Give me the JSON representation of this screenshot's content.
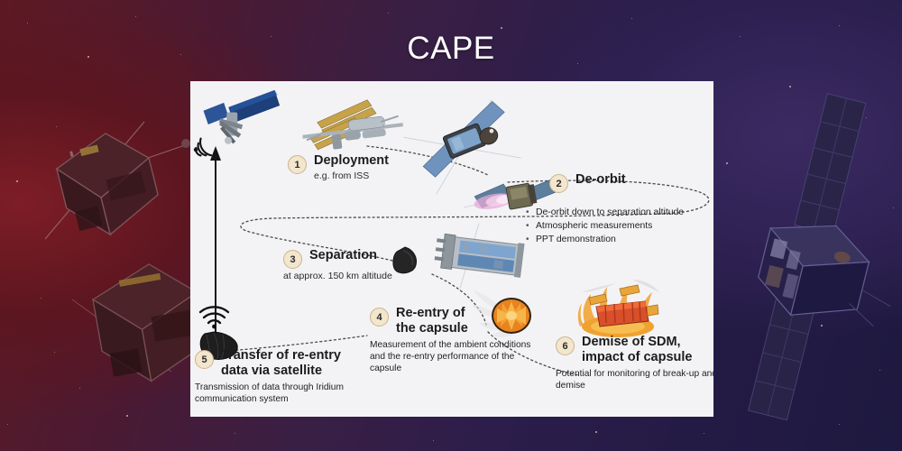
{
  "title": "CAPE",
  "colors": {
    "panel_background": "#f3f3f6",
    "badge_fill": "#f3e6cd",
    "badge_border": "#c9b48c",
    "title_text": "#ffffff",
    "body_text": "#1f1f1f",
    "thruster_plume": "#e8a9d8",
    "heatshield_flame": "#e8831f",
    "iss_solar_array": "#c6a24a",
    "satellite_solar_panel": "#6f93bd"
  },
  "steps": [
    {
      "number": "1",
      "title": "Deployment",
      "subtitle": "e.g. from ISS",
      "bullets": [],
      "description": ""
    },
    {
      "number": "2",
      "title": "De-orbit",
      "subtitle": "",
      "bullets": [
        "De-orbit down to separation altitude",
        "Atmospheric measurements",
        "PPT demonstration"
      ],
      "description": ""
    },
    {
      "number": "3",
      "title": "Separation",
      "subtitle": "at approx. 150 km altitude",
      "bullets": [],
      "description": ""
    },
    {
      "number": "4",
      "title": "Re-entry of\nthe capsule",
      "subtitle": "",
      "bullets": [],
      "description": "Measurement of the ambient conditions and the re-entry performance of the capsule"
    },
    {
      "number": "5",
      "title": "Transfer of re-entry\ndata via satellite",
      "subtitle": "",
      "bullets": [],
      "description": "Transmission of data through Iridium communication system"
    },
    {
      "number": "6",
      "title": "Demise of SDM,\nimpact of capsule",
      "subtitle": "",
      "bullets": [],
      "description": "Potential for monitoring of break-up and demise"
    }
  ],
  "graphics": {
    "relay_satellite": "relay-satellite-icon",
    "iss": "space-station-icon",
    "deployed_satellite": "deployed-satellite-icon",
    "deorbit_satellite": "deorbit-satellite-with-thruster-icon",
    "separated_capsule": "separated-capsule-icon",
    "separation_satellite": "separation-satellite-icon",
    "reentry_capsule": "reentry-capsule-flames-icon",
    "demise_debris": "demise-breakup-debris-icon",
    "transmit_capsule": "transmitting-capsule-icon",
    "uplink_arrow": "uplink-arrow-icon",
    "signal_waves": "signal-waves-icon",
    "trajectory": "dotted-trajectory-path"
  },
  "background": {
    "cubesat_left_upper": "cubesat-icon",
    "cubesat_left_lower": "cubesat-icon",
    "cubesat_right": "cubesat-with-solar-wings-icon"
  }
}
